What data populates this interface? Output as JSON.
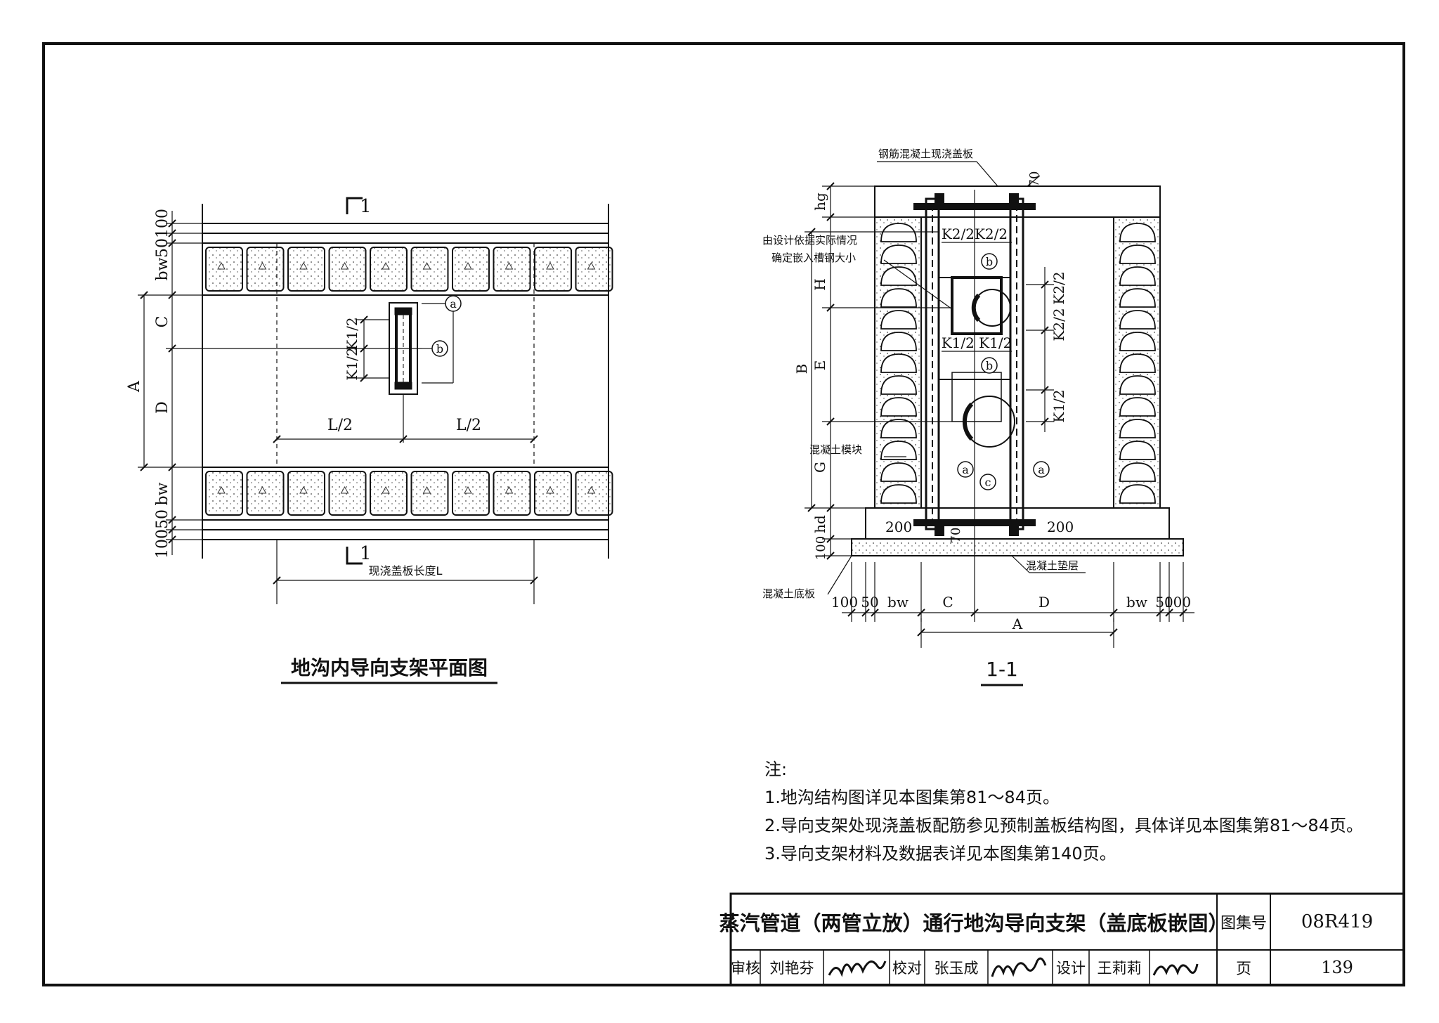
{
  "plan": {
    "title": "地沟内导向支架平面图",
    "section_mark": "1",
    "dim_50_100_top": "50100",
    "dim_bw_top": "bw",
    "dim_A": "A",
    "dim_C": "C",
    "dim_D": "D",
    "dim_bw_bottom": "bw",
    "dim_100_50_bottom": "10050",
    "dim_K1_a": "K1/2",
    "dim_K1_b": "K1/2",
    "dim_L_half_left": "L/2",
    "dim_L_half_right": "L/2",
    "dim_L": "现浇盖板长度L",
    "callout_a": "a",
    "callout_b": "b"
  },
  "section": {
    "title": "1-1",
    "label_cover": "钢筋混凝土现浇盖板",
    "label_steel_1": "由设计依据实际情况",
    "label_steel_2": "确定嵌入槽钢大小",
    "label_block": "混凝土模块",
    "label_cushion": "混凝土垫层",
    "label_base": "混凝土底板",
    "dim_70_top": "70",
    "dim_70_bottom": "70",
    "dim_hg": "hg",
    "dim_H": "H",
    "dim_B": "B",
    "dim_E": "E",
    "dim_G": "G",
    "dim_hd": "hd",
    "dim_100": "100",
    "dim_K2_top": "K2/2K2/2",
    "dim_K2_r1": "K2/2",
    "dim_K2_r2": "K2/2",
    "dim_K1_mid": "K1/2 K1/2",
    "dim_K1_r": "K1/2",
    "dim_200_left": "200",
    "dim_200_right": "200",
    "bottom_dims": [
      "100",
      "50",
      "bw",
      "C",
      "D",
      "bw",
      "50",
      "100"
    ],
    "dim_A": "A",
    "callouts": [
      "a",
      "b",
      "c"
    ]
  },
  "notes": {
    "heading": "注:",
    "items": [
      "1.地沟结构图详见本图集第81～84页。",
      "2.导向支架处现浇盖板配筋参见预制盖板结构图，具体详见本图集第81～84页。",
      "3.导向支架材料及数据表详见本图集第140页。"
    ]
  },
  "title_block": {
    "drawing_title": "蒸汽管道（两管立放）通行地沟导向支架（盖底板嵌固）",
    "atlas_label": "图集号",
    "atlas_no": "08R419",
    "review_label": "审核",
    "reviewer": "刘艳芬",
    "check_label": "校对",
    "checker": "张玉成",
    "design_label": "设计",
    "designer": "王莉莉",
    "page_label": "页",
    "page_no": "139"
  }
}
